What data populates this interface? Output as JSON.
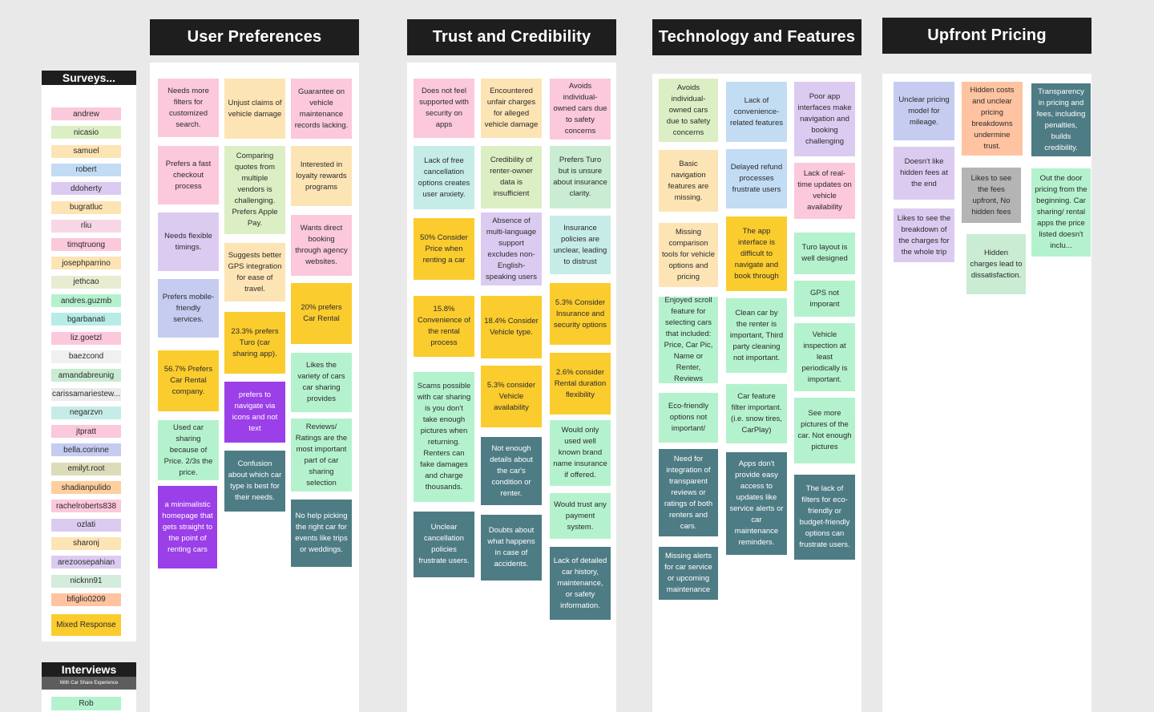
{
  "colors": {
    "pink": "#fbc8dc",
    "peach": "#fde4b4",
    "mint": "#b4f2ce",
    "green_pale": "#dcefc4",
    "lavender": "#dccbf1",
    "periwinkle": "#c5ccf0",
    "purple": "#9b3fe8",
    "orange": "#fbcc2e",
    "teal": "#4e7c85",
    "gray": "#b4b4b4",
    "coral": "#ffc3a1",
    "header_bg": "#1e1e1e"
  },
  "sidebar": {
    "surveys_title": "Surveys...",
    "surveys": [
      {
        "label": "andrew",
        "color": "#fbc8dc"
      },
      {
        "label": "nicasio",
        "color": "#dcefc4"
      },
      {
        "label": "samuel",
        "color": "#fde4b4"
      },
      {
        "label": "robert",
        "color": "#c2dcf4"
      },
      {
        "label": "ddoherty",
        "color": "#dccbf1"
      },
      {
        "label": "bugratluc",
        "color": "#fde4b4"
      },
      {
        "label": "rliu",
        "color": "#f7d7e6"
      },
      {
        "label": "timqtruong",
        "color": "#fbc8dc"
      },
      {
        "label": "josephparrino",
        "color": "#fde4b4"
      },
      {
        "label": "jethcao",
        "color": "#e8edd2"
      },
      {
        "label": "andres.guzmb",
        "color": "#b4f2ce"
      },
      {
        "label": "bgarbanati",
        "color": "#b8ece6"
      },
      {
        "label": "liz.goetzl",
        "color": "#fbc8dc"
      },
      {
        "label": "baezcond",
        "color": "#f0f0f0"
      },
      {
        "label": "amandabreunig",
        "color": "#c9ecd2"
      },
      {
        "label": "carissamariestew...",
        "color": "#ebebeb"
      },
      {
        "label": "negarzvn",
        "color": "#c6ece8"
      },
      {
        "label": "jtpratt",
        "color": "#fbc8dc"
      },
      {
        "label": "bella.corinne",
        "color": "#c5ccf0"
      },
      {
        "label": "emilyt.root",
        "color": "#dcdcba"
      },
      {
        "label": "shadianpulido",
        "color": "#ffcf9e"
      },
      {
        "label": "rachelroberts838",
        "color": "#fbc8dc"
      },
      {
        "label": "ozlati",
        "color": "#dccbf1"
      },
      {
        "label": "sharonj",
        "color": "#fde4b4"
      },
      {
        "label": "arezoosepahian",
        "color": "#dccbf1"
      },
      {
        "label": "nicknn91",
        "color": "#d4ecdc"
      },
      {
        "label": "bfiglio0209",
        "color": "#ffc3a1"
      }
    ],
    "mixed_label": "Mixed Response",
    "mixed_color": "#fbcc2e",
    "interviews_title": "Interviews",
    "interviews_subtitle": "With Car Share Experience",
    "interviews": [
      {
        "label": "Rob",
        "color": "#b4f2ce"
      }
    ]
  },
  "columns": [
    {
      "title": "User Preferences",
      "notes": [
        {
          "text": "Needs more filters for customized search.",
          "color": "#fbc8dc"
        },
        {
          "text": "Prefers a fast checkout process",
          "color": "#fbc8dc"
        },
        {
          "text": "Needs flexible timings.",
          "color": "#dccbf1"
        },
        {
          "text": "Prefers mobile-friendly services.",
          "color": "#c5ccf0"
        },
        {
          "text": "56.7% Prefers Car Rental company.",
          "color": "#fbcc2e"
        },
        {
          "text": "Used car sharing because of Price. 2/3s the price.",
          "color": "#b4f2ce"
        },
        {
          "text": "a minimalistic homepage that gets straight to the point of renting cars",
          "color": "#9b3fe8",
          "dark": true
        },
        {
          "text": "Unjust claims of vehicle damage",
          "color": "#fde4b4"
        },
        {
          "text": "Comparing quotes from multiple vendors is challenging. Prefers Apple Pay.",
          "color": "#dcefc4"
        },
        {
          "text": "Suggests better GPS integration for ease of travel.",
          "color": "#fde4b4"
        },
        {
          "text": "23.3% prefers Turo (car sharing app).",
          "color": "#fbcc2e"
        },
        {
          "text": "prefers to navigate via icons and not text",
          "color": "#9b3fe8",
          "dark": true
        },
        {
          "text": "Confusion about which car type is best for their needs.",
          "color": "#4e7c85",
          "dark": true
        },
        {
          "text": "Guarantee on vehicle maintenance records lacking.",
          "color": "#fbc8dc"
        },
        {
          "text": "Interested in loyalty rewards programs",
          "color": "#fde4b4"
        },
        {
          "text": "Wants direct booking through agency websites.",
          "color": "#fbc8dc"
        },
        {
          "text": "20% prefers Car Rental",
          "color": "#fbcc2e"
        },
        {
          "text": "Likes the variety of cars car sharing provides",
          "color": "#b4f2ce"
        },
        {
          "text": "Reviews/ Ratings are the most important part of car sharing selection",
          "color": "#b4f2ce"
        },
        {
          "text": "No help picking the right car for events like trips or weddings.",
          "color": "#4e7c85",
          "dark": true
        }
      ]
    },
    {
      "title": "Trust and Credibility",
      "notes": [
        {
          "text": "Does not feel supported with security on apps",
          "color": "#fbc8dc"
        },
        {
          "text": "Lack of free cancellation options creates user anxiety.",
          "color": "#c6ece8"
        },
        {
          "text": "50% Consider Price when renting a car",
          "color": "#fbcc2e"
        },
        {
          "text": "15.8% Convenience of the rental process",
          "color": "#fbcc2e"
        },
        {
          "text": "Scams possible with car sharing is you don't take enough pictures when returning. Renters can fake damages and charge thousands.",
          "color": "#b4f2ce"
        },
        {
          "text": "Unclear cancellation policies frustrate users.",
          "color": "#4e7c85",
          "dark": true
        },
        {
          "text": "Encountered unfair charges for alleged vehicle damage",
          "color": "#fde4b4"
        },
        {
          "text": "Credibility of renter-owner data is insufficient",
          "color": "#dcefc4"
        },
        {
          "text": "Absence of multi-language support excludes non-English-speaking users",
          "color": "#dccbf1"
        },
        {
          "text": "18.4% Consider Vehicle type.",
          "color": "#fbcc2e"
        },
        {
          "text": "5.3% consider Vehicle availability",
          "color": "#fbcc2e"
        },
        {
          "text": "Not enough details about the car's condition or renter.",
          "color": "#4e7c85",
          "dark": true
        },
        {
          "text": "Doubts about what happens in case of accidents.",
          "color": "#4e7c85",
          "dark": true
        },
        {
          "text": "Avoids individual-owned cars due to safety concerns",
          "color": "#fbc8dc"
        },
        {
          "text": "Prefers Turo but is unsure about insurance clarity.",
          "color": "#c9ecd2"
        },
        {
          "text": "Insurance policies are unclear, leading to distrust",
          "color": "#c6ece8"
        },
        {
          "text": "5.3% Consider Insurance and security options",
          "color": "#fbcc2e"
        },
        {
          "text": "2.6% consider Rental duration flexibility",
          "color": "#fbcc2e"
        },
        {
          "text": "Would only used well known brand name insurance if offered.",
          "color": "#b4f2ce"
        },
        {
          "text": "Would trust any payment system.",
          "color": "#b4f2ce"
        },
        {
          "text": "Lack of detailed car history, maintenance, or safety information.",
          "color": "#4e7c85",
          "dark": true
        }
      ]
    },
    {
      "title": "Technology and Features",
      "notes": [
        {
          "text": "Avoids individual-owned cars due to safety concerns",
          "color": "#dcefc4"
        },
        {
          "text": "Basic navigation features are missing.",
          "color": "#fde4b4"
        },
        {
          "text": "Missing comparison tools for vehicle options and pricing",
          "color": "#fde4b4"
        },
        {
          "text": "Enjoyed scroll feature for selecting cars that included: Price, Car Pic, Name or Renter, Reviews",
          "color": "#b4f2ce"
        },
        {
          "text": "Eco-friendly options not important/",
          "color": "#b4f2ce"
        },
        {
          "text": "Need for integration of transparent reviews or ratings of both renters and cars.",
          "color": "#4e7c85",
          "dark": true
        },
        {
          "text": "Missing alerts for car service or upcoming maintenance",
          "color": "#4e7c85",
          "dark": true
        },
        {
          "text": "Lack of convenience-related features",
          "color": "#c2dcf4"
        },
        {
          "text": "Delayed refund processes frustrate users",
          "color": "#c2dcf4"
        },
        {
          "text": "The app interface is difficult to navigate and book through",
          "color": "#fbcc2e"
        },
        {
          "text": "Clean car by the renter is important, Third party cleaning not important.",
          "color": "#b4f2ce"
        },
        {
          "text": "Car feature filter important. (i.e. snow tires, CarPlay)",
          "color": "#b4f2ce"
        },
        {
          "text": "Apps don't provide easy access to updates like service alerts or car maintenance reminders.",
          "color": "#4e7c85",
          "dark": true
        },
        {
          "text": "Poor app interfaces make navigation and booking challenging",
          "color": "#dccbf1"
        },
        {
          "text": "Lack of real-time updates on vehicle availability",
          "color": "#fbc8dc"
        },
        {
          "text": "Turo layout is well designed",
          "color": "#b4f2ce"
        },
        {
          "text": "GPS not imporant",
          "color": "#b4f2ce"
        },
        {
          "text": "Vehicle inspection at least periodically is important.",
          "color": "#b4f2ce"
        },
        {
          "text": "See more pictures of the car. Not enough pictures",
          "color": "#b4f2ce"
        },
        {
          "text": "The lack of filters for eco-friendly or budget-friendly options can frustrate users.",
          "color": "#4e7c85",
          "dark": true
        }
      ]
    },
    {
      "title": "Upfront Pricing",
      "notes": [
        {
          "text": "Unclear pricing model for mileage.",
          "color": "#c5ccf0"
        },
        {
          "text": "Doesn't like hidden fees at the end",
          "color": "#dccbf1"
        },
        {
          "text": "Likes to see the breakdown of the charges for the whole trip",
          "color": "#dccbf1"
        },
        {
          "text": "Hidden costs and unclear pricing breakdowns undermine trust.",
          "color": "#ffc3a1"
        },
        {
          "text": "Likes to see the fees upfront, No hidden fees",
          "color": "#b4b4b4"
        },
        {
          "text": "Hidden charges lead to dissatisfaction.",
          "color": "#c9ecd2"
        },
        {
          "text": "Transparency in pricing and fees, including penalties, builds credibility.",
          "color": "#4e7c85",
          "dark": true
        },
        {
          "text": "Out the door pricing from the beginning. Car sharing/ rental apps the price listed doesn't inclu...",
          "color": "#b4f2ce"
        }
      ]
    }
  ]
}
